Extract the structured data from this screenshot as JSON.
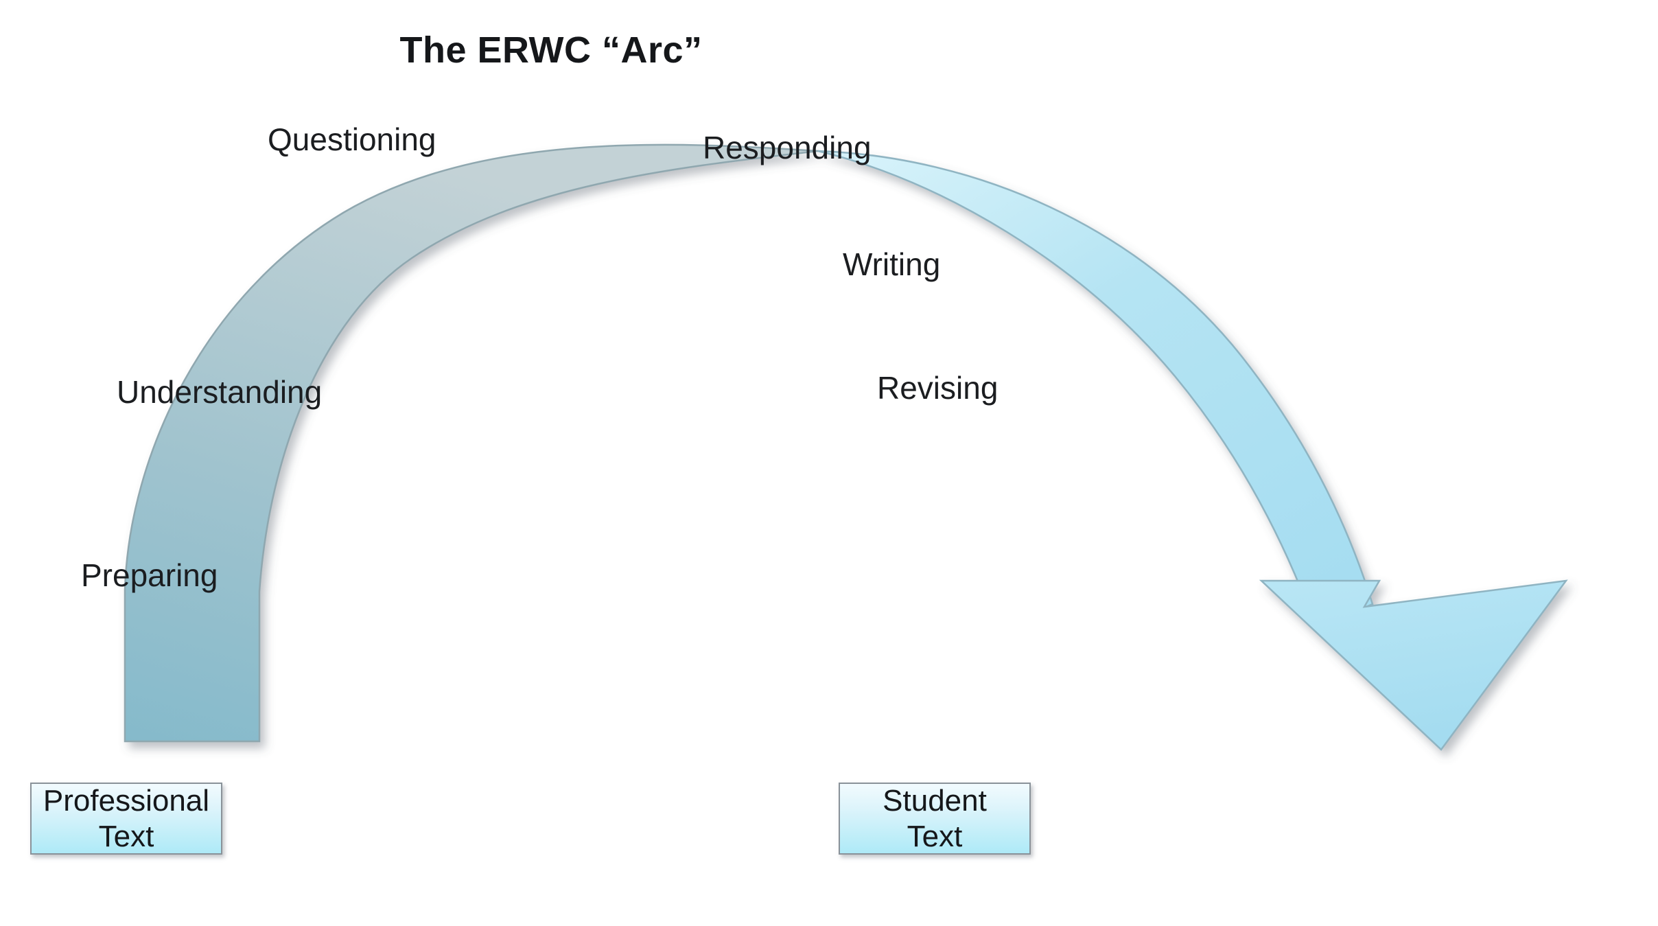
{
  "title": "The ERWC “Arc”",
  "diagram": {
    "type": "process-arc",
    "description": "A curved arrow arc running left-to-right from a Professional Text box up over an arch and down into a Student Text box, labeled with six reading-and-writing stages.",
    "left_half_color": "#9CC0CC",
    "right_half_color": "#ADE1F2",
    "box_fill_top": "#F2FBFE",
    "box_fill_bottom": "#AEEAF7",
    "box_border_color": "#8A9299",
    "text_color": "#15171A"
  },
  "stages": [
    {
      "id": "preparing",
      "label": "Preparing",
      "side": "left",
      "order": 1
    },
    {
      "id": "understanding",
      "label": "Understanding",
      "side": "left",
      "order": 2
    },
    {
      "id": "questioning",
      "label": "Questioning",
      "side": "left",
      "order": 3
    },
    {
      "id": "responding",
      "label": "Responding",
      "side": "right",
      "order": 4
    },
    {
      "id": "writing",
      "label": "Writing",
      "side": "right",
      "order": 5
    },
    {
      "id": "revising",
      "label": "Revising",
      "side": "right",
      "order": 6
    }
  ],
  "endpoints": {
    "start": {
      "id": "professional-text",
      "line1": "Professional",
      "line2": "Text"
    },
    "end": {
      "id": "student-text",
      "line1": "Student",
      "line2": "Text"
    }
  }
}
